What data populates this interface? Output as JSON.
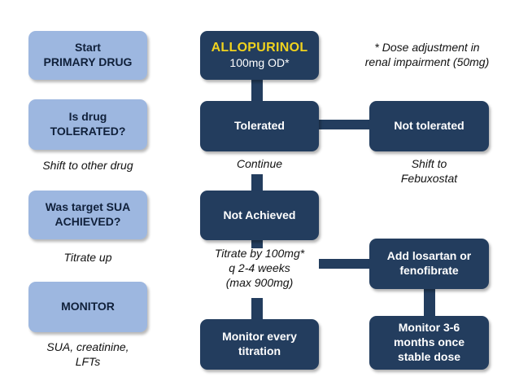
{
  "left_column": {
    "start": [
      "Start",
      "PRIMARY DRUG"
    ],
    "tolerated_q": [
      "Is drug",
      "TOLERATED?"
    ],
    "achieved_q": [
      "Was target SUA",
      "ACHIEVED?"
    ],
    "monitor": "MONITOR"
  },
  "left_notes": {
    "shift": "Shift to other drug",
    "titrate": "Titrate up",
    "sua": [
      "SUA, creatinine,",
      "LFTs"
    ]
  },
  "center_column": {
    "drug_name": "ALLOPURINOL",
    "drug_dose": "100mg OD*",
    "tolerated": "Tolerated",
    "not_achieved": "Not Achieved",
    "monitor_every": [
      "Monitor every",
      "titration"
    ]
  },
  "center_notes": {
    "continue": "Continue",
    "titrate_by": [
      "Titrate by 100mg*",
      "q 2-4 weeks",
      "(max 900mg)"
    ]
  },
  "right_column": {
    "not_tolerated": "Not tolerated",
    "add_losartan": [
      "Add losartan or",
      "fenofibrate"
    ],
    "monitor_months": [
      "Monitor 3-6",
      "months once",
      "stable dose"
    ]
  },
  "right_notes": {
    "dose_adjust": [
      "* Dose adjustment in",
      "renal impairment (50mg)"
    ],
    "shift_febuxostat": [
      "Shift to",
      "Febuxostat"
    ]
  },
  "colors": {
    "left_box": "#9db7e0",
    "dark_box": "#233d5e",
    "drug_name": "#f0d21e"
  }
}
